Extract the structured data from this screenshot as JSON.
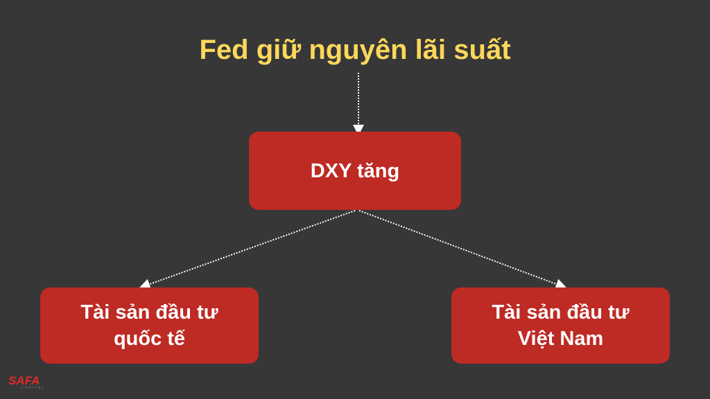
{
  "title": "Fed giữ nguyên lãi suất",
  "nodes": {
    "center": "DXY tăng",
    "left": {
      "line1": "Tài sản đầu tư",
      "line2": "quốc tế"
    },
    "right": {
      "line1": "Tài sản đầu tư",
      "line2": "Việt Nam"
    }
  },
  "logo": {
    "name": "SAFA",
    "sub": "CAPITAL"
  },
  "colors": {
    "background": "#373737",
    "box": "#be2a24",
    "title": "#fdd75c"
  }
}
